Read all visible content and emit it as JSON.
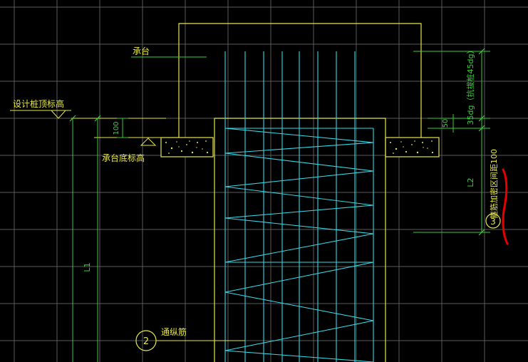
{
  "colors": {
    "background": "#000000",
    "grid": "#5a5a5a",
    "structure": "#e6e64a",
    "rebar": "#37d7e6",
    "dimension": "#3ccc3c",
    "markup": "#e60000"
  },
  "labels": {
    "pile_cap": "承台",
    "pile_top_elevation": "设计桩顶标高",
    "cap_bottom_elevation": "承台底标高",
    "dim_100": "100",
    "dim_50": "50",
    "anchorage": "35dg（抗拔桩45dg）",
    "L2": "L2",
    "L1": "L1",
    "stirrup_note": "箍筋加密区间距100",
    "stirrup_callout": "3",
    "long_bar_note": "通纵筋",
    "long_bar_callout": "2"
  }
}
